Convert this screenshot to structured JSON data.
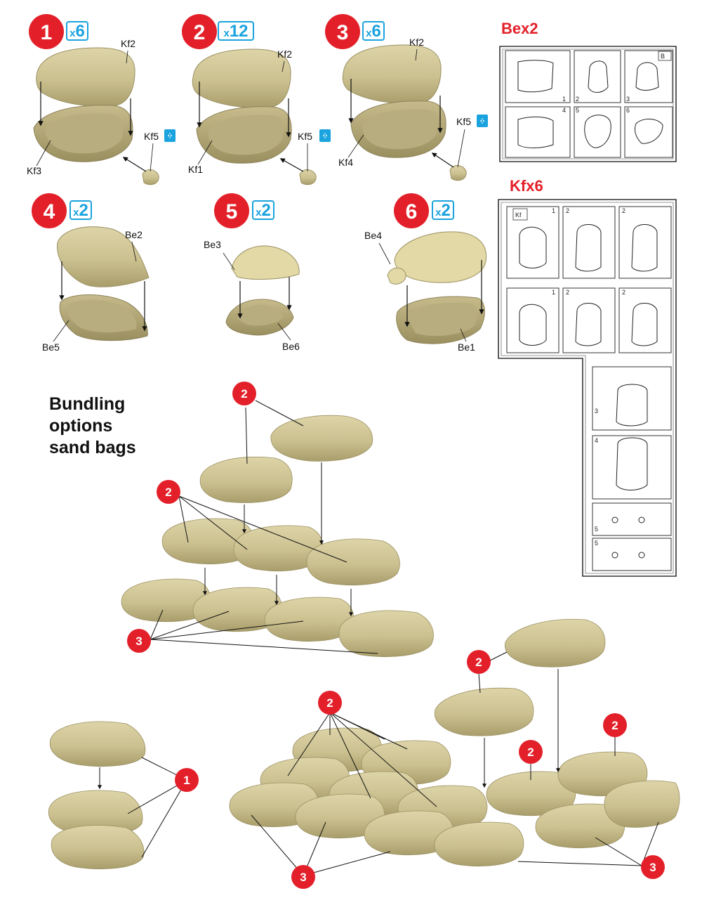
{
  "colors": {
    "accent_red": "#e3202a",
    "quantity_blue": "#1aa3de",
    "bag_fill": "#cdc394",
    "bag_shadow": "#a89d6c"
  },
  "steps": [
    {
      "number": "1",
      "qty_prefix": "x",
      "qty": "6",
      "labels": {
        "top": "Kf2",
        "bottom": "Kf3",
        "tie": "Kf5"
      },
      "tie_icon": "flip-icon"
    },
    {
      "number": "2",
      "qty_prefix": "x",
      "qty": "12",
      "labels": {
        "top": "Kf2",
        "bottom": "Kf1",
        "tie": "Kf5"
      },
      "tie_icon": "flip-icon"
    },
    {
      "number": "3",
      "qty_prefix": "x",
      "qty": "6",
      "labels": {
        "top": "Kf2",
        "bottom": "Kf4",
        "tie": "Kf5"
      },
      "tie_icon": "flip-icon"
    },
    {
      "number": "4",
      "qty_prefix": "x",
      "qty": "2",
      "labels": {
        "top": "Be2",
        "bottom": "Be5"
      }
    },
    {
      "number": "5",
      "qty_prefix": "x",
      "qty": "2",
      "labels": {
        "top": "Be3",
        "bottom": "Be6"
      }
    },
    {
      "number": "6",
      "qty_prefix": "x",
      "qty": "2",
      "labels": {
        "top": "Be4",
        "bottom": "Be1"
      }
    }
  ],
  "sprues": {
    "bex": {
      "title": "Bex2",
      "tag": "B",
      "cell_numbers": [
        "1",
        "2",
        "3",
        "4",
        "5",
        "6"
      ]
    },
    "kfx": {
      "title": "Kfx6",
      "tag": "Kf",
      "cell_numbers": [
        "1",
        "2",
        "2",
        "1",
        "2",
        "2",
        "3",
        "4",
        "5",
        "5"
      ]
    }
  },
  "bundling": {
    "heading_lines": [
      "Bundling",
      "options",
      "sand bags"
    ],
    "callouts": [
      "2",
      "2",
      "3",
      "2",
      "2",
      "2",
      "2",
      "3",
      "3",
      "1"
    ]
  }
}
